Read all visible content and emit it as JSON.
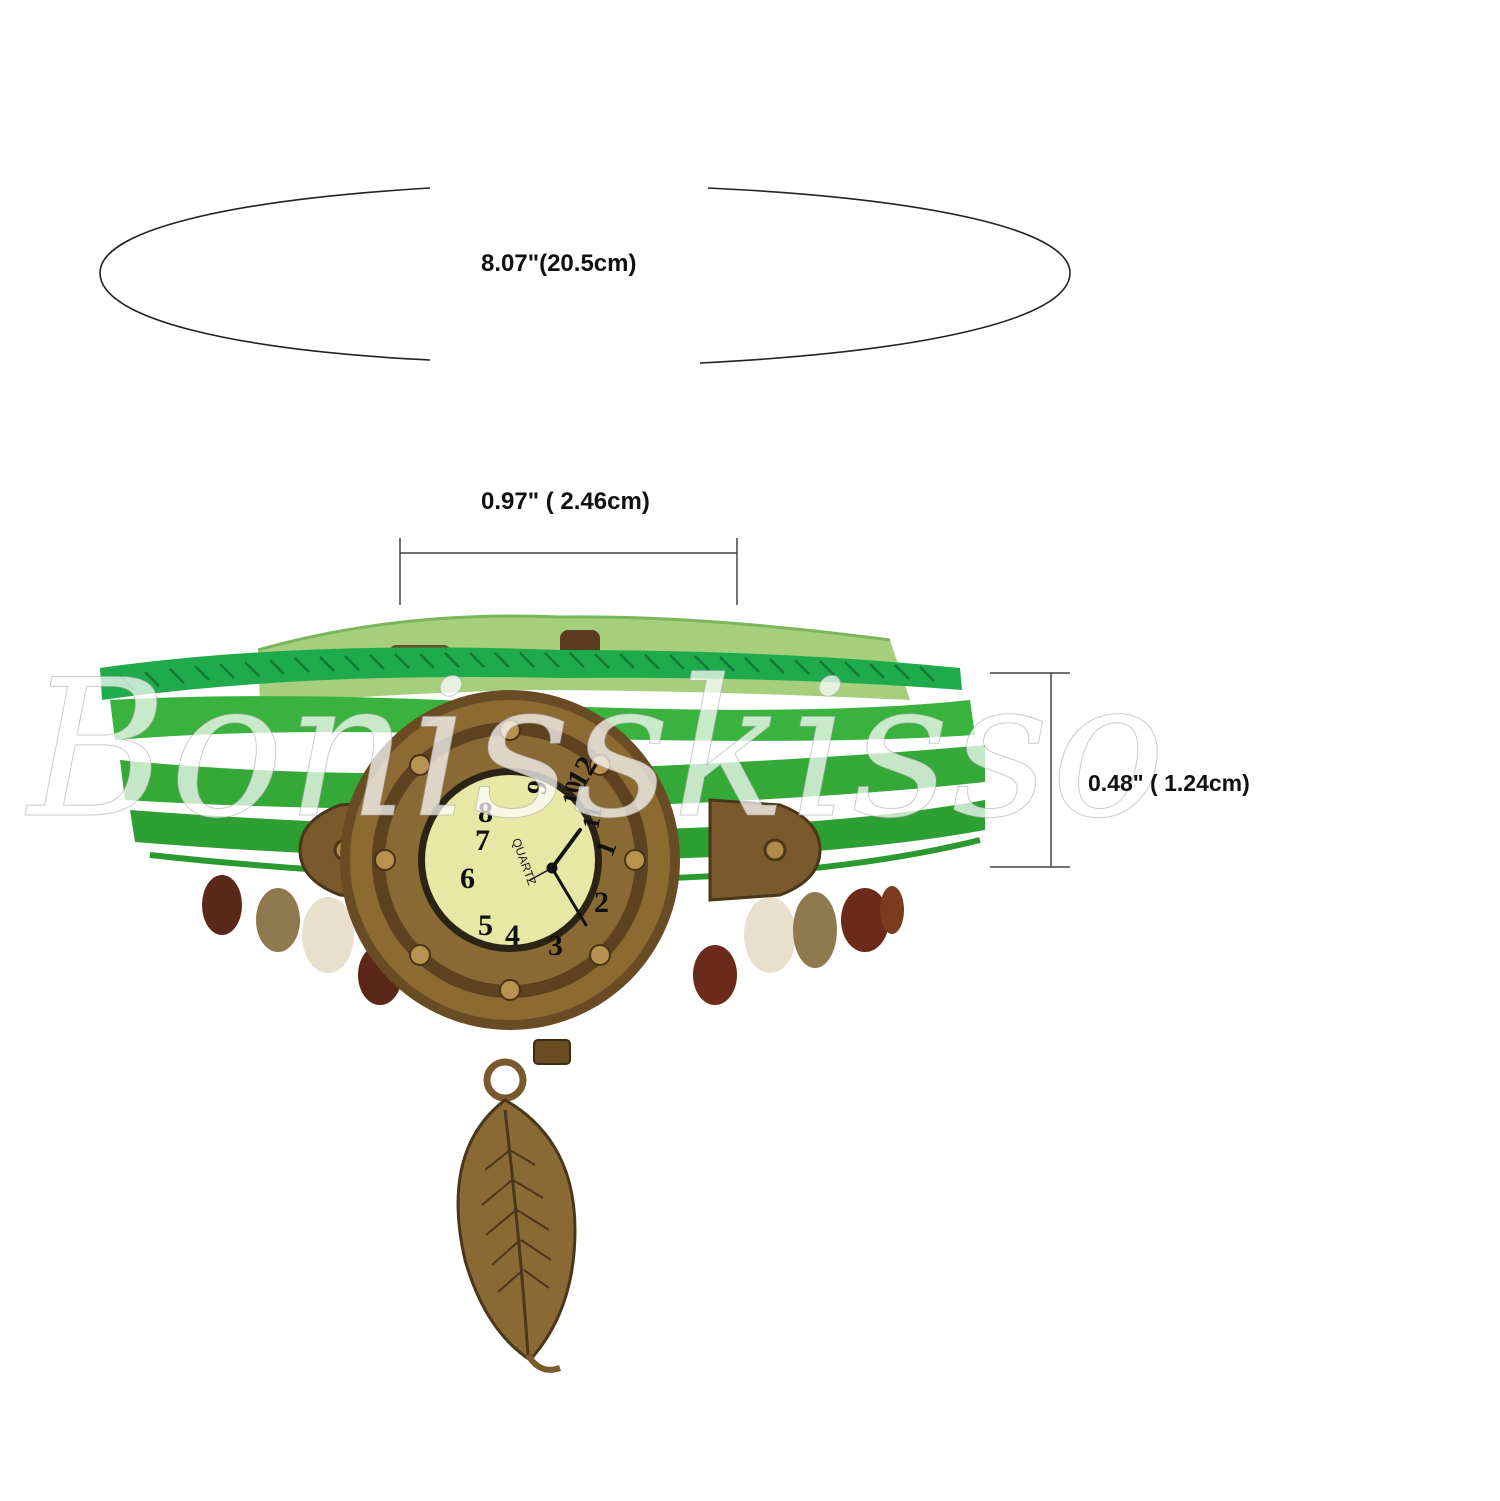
{
  "dimensions": {
    "circumference": "8.07\"(20.5cm)",
    "case_width": "0.97\" ( 2.46cm)",
    "band_height": "0.48\" ( 1.24cm)"
  },
  "watermark": "Bonisskisso",
  "watch": {
    "dial_text": "QUARTZ",
    "dial_numbers": [
      "12",
      "1",
      "2",
      "3",
      "4",
      "5",
      "6",
      "7",
      "8",
      "9",
      "10",
      "11"
    ]
  },
  "colors": {
    "band_green": "#2fa83a",
    "braid_green": "#1fae4e",
    "bronze": "#8a6a32",
    "dial": "#e9e7a6"
  },
  "icons": {
    "charm": "leaf-charm-icon"
  }
}
